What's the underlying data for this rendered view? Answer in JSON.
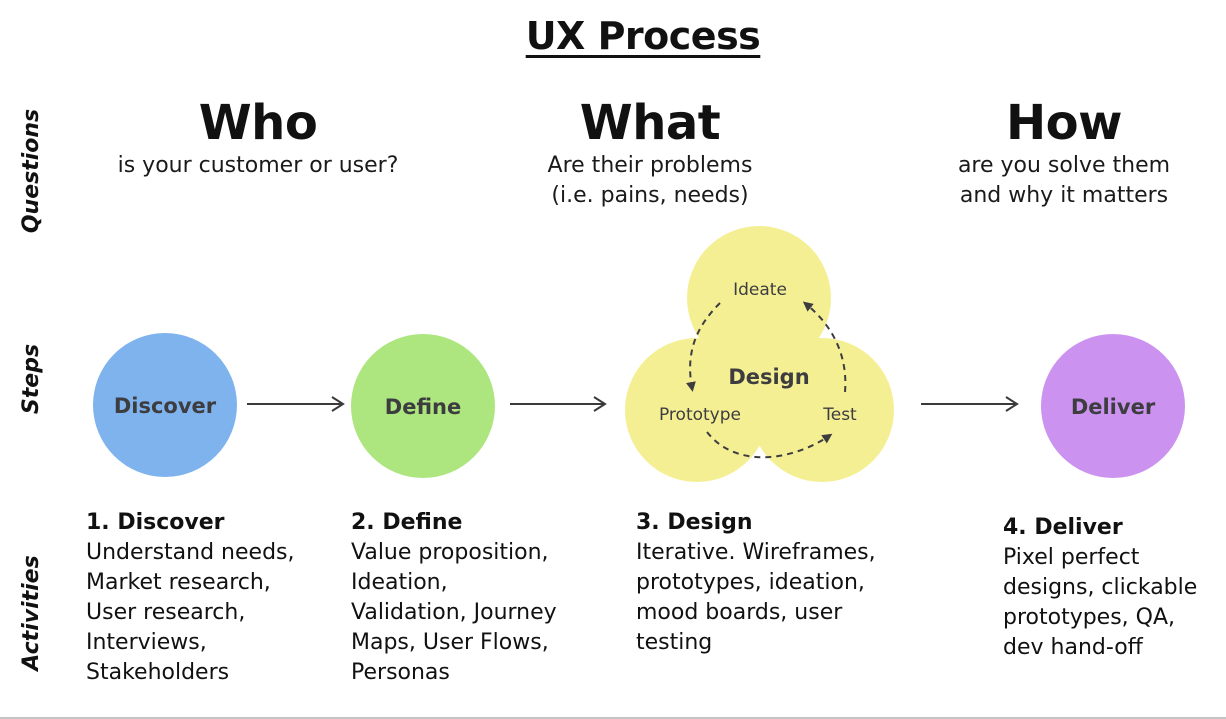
{
  "title": "UX Process",
  "row_labels": {
    "questions": "Questions",
    "steps": "Steps",
    "activities": "Activities"
  },
  "questions": [
    {
      "word": "Who",
      "sub": [
        "is your customer or user?"
      ]
    },
    {
      "word": "What",
      "sub": [
        "Are their problems",
        "(i.e. pains, needs)"
      ]
    },
    {
      "word": "How",
      "sub": [
        "are you solve them",
        "and why it matters"
      ]
    }
  ],
  "steps": {
    "discover": {
      "label": "Discover",
      "color": "#7fb3ee"
    },
    "define": {
      "label": "Define",
      "color": "#ade57f"
    },
    "design": {
      "label": "Design",
      "color": "#f5ef94",
      "sub_steps": [
        "Ideate",
        "Prototype",
        "Test"
      ]
    },
    "deliver": {
      "label": "Deliver",
      "color": "#cb93ef"
    },
    "arrow_color": "#3a3a3a",
    "label_color": "#3d3d40"
  },
  "activities": [
    {
      "title": "1. Discover",
      "lines": [
        "Understand needs,",
        "Market research,",
        "User research,",
        "Interviews,",
        "Stakeholders"
      ]
    },
    {
      "title": "2. Define",
      "lines": [
        "Value proposition,",
        "Ideation,",
        "Validation, Journey",
        "Maps, User Flows,",
        "Personas"
      ]
    },
    {
      "title": "3. Design",
      "lines": [
        "Iterative. Wireframes,",
        "prototypes, ideation,",
        "mood boards, user",
        "testing"
      ]
    },
    {
      "title": "4. Deliver",
      "lines": [
        "Pixel perfect",
        "designs, clickable",
        "prototypes, QA,",
        "dev hand-off"
      ]
    }
  ]
}
